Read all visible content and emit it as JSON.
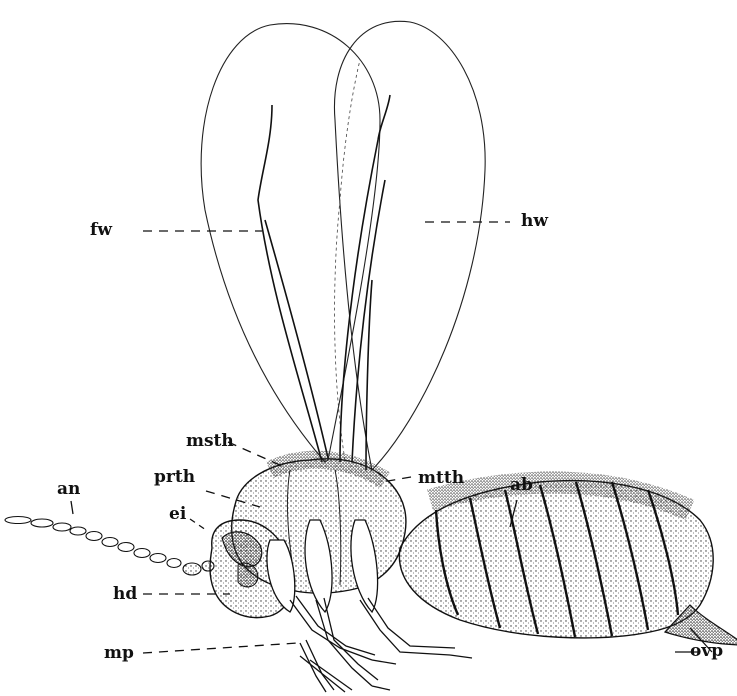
{
  "labels": {
    "fw": "fw",
    "hw": "hw",
    "msth": "msth",
    "prth": "prth",
    "mtth": "mtth",
    "ab": "ab",
    "an": "an",
    "ei": "ei",
    "hd": "hd",
    "mp": "mp",
    "ovp": "ovp"
  },
  "colors": {
    "ink": "#111111",
    "stipple": "#2a2a2a"
  }
}
